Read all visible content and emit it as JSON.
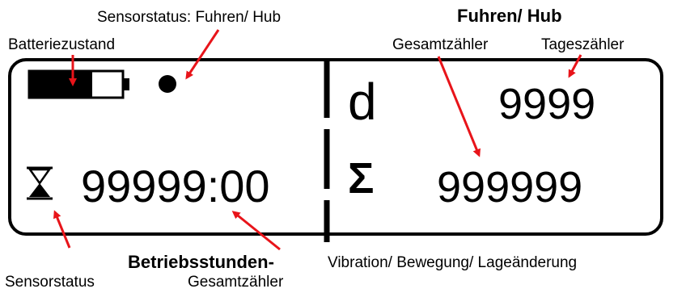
{
  "labels": {
    "sensor_status_top": "Sensorstatus: Fuhren/ Hub",
    "battery": "Batteriezustand",
    "fuhren_hub_title": "Fuhren/ Hub",
    "total_counter_top": "Gesamtzähler",
    "day_counter": "Tageszähler",
    "operating_hours_title": "Betriebsstunden-",
    "vibration": "Vibration/ Bewegung/ Lageänderung",
    "sensor_status_bottom": "Sensorstatus",
    "total_counter_bottom": "Gesamtzähler"
  },
  "display": {
    "hours_value": "99999:00",
    "day_symbol": "d",
    "day_value": "9999",
    "sum_symbol": "Σ",
    "sum_value": "999999"
  },
  "icons": {
    "battery": "battery-icon",
    "sensor_dot": "sensor-dot-icon",
    "hourglass": "hourglass-icon"
  },
  "colors": {
    "arrow": "#e8141a",
    "display_border": "#000000"
  }
}
